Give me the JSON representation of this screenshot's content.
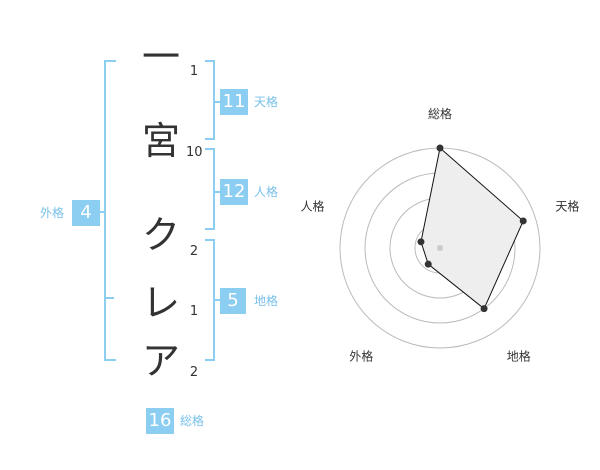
{
  "name": {
    "characters": [
      {
        "char": "一",
        "strokes": "1"
      },
      {
        "char": "宮",
        "strokes": "10"
      },
      {
        "char": "ク",
        "strokes": "2"
      },
      {
        "char": "レ",
        "strokes": "1"
      },
      {
        "char": "ア",
        "strokes": "2"
      }
    ]
  },
  "kakaku": {
    "tenkaku": {
      "value": "11",
      "label": "天格"
    },
    "jinkaku": {
      "value": "12",
      "label": "人格"
    },
    "chikaku": {
      "value": "5",
      "label": "地格"
    },
    "gaikaku": {
      "value": "4",
      "label": "外格"
    },
    "soukaku": {
      "value": "16",
      "label": "総格"
    }
  },
  "radar": {
    "axes": [
      "総格",
      "天格",
      "地格",
      "外格",
      "人格"
    ],
    "levels": 4,
    "max": 4,
    "values": [
      4,
      3.5,
      3,
      0.8,
      0.8
    ],
    "colors": {
      "fill": "#eeeeee",
      "line": "#111111",
      "grid": "#bbbbbb",
      "dot": "#333333",
      "center": "#cccccc"
    }
  },
  "colors": {
    "accent": "#8ccdf2",
    "label": "#78c0ea",
    "text": "#333333"
  }
}
